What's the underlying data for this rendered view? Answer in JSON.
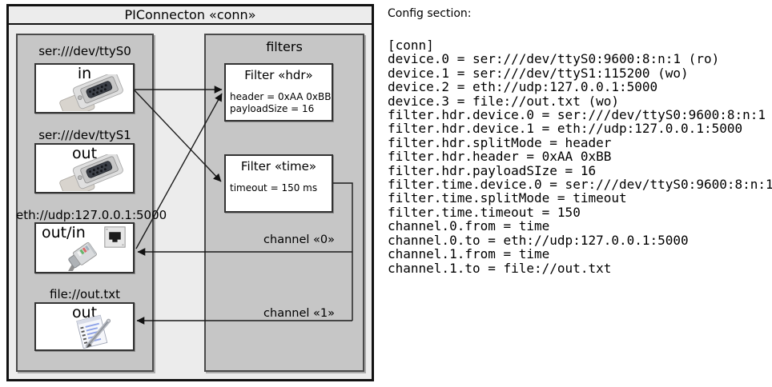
{
  "diagram": {
    "title": "PIConnecton «conn»",
    "filters_panel_title": "filters",
    "devices": [
      {
        "label": "ser:///dev/ttyS0",
        "direction": "in",
        "icon": "serial-connector-icon"
      },
      {
        "label": "ser:///dev/ttyS1",
        "direction": "out",
        "icon": "serial-connector-icon"
      },
      {
        "label": "eth://udp:127.0.0.1:5000",
        "direction": "out/in",
        "icon": "ethernet-connector-icon"
      },
      {
        "label": "file://out.txt",
        "direction": "out",
        "icon": "notepad-pen-icon"
      }
    ],
    "filters": [
      {
        "title": "Filter «hdr»",
        "properties": [
          "header = 0xAA 0xBB",
          "payloadSize = 16"
        ]
      },
      {
        "title": "Filter «time»",
        "properties": [
          "timeout = 150 ms"
        ]
      }
    ],
    "channels": [
      {
        "label": "channel «0»"
      },
      {
        "label": "channel «1»"
      }
    ]
  },
  "config": {
    "heading": "Config section:",
    "lines": [
      "[conn]",
      "device.0 = ser:///dev/ttyS0:9600:8:n:1 (ro)",
      "device.1 = ser:///dev/ttyS1:115200 (wo)",
      "device.2 = eth://udp:127.0.0.1:5000",
      "device.3 = file://out.txt (wo)",
      "filter.hdr.device.0 = ser:///dev/ttyS0:9600:8:n:1",
      "filter.hdr.device.1 = eth://udp:127.0.0.1:5000",
      "filter.hdr.splitMode = header",
      "filter.hdr.header = 0xAA 0xBB",
      "filter.hdr.payloadSIze = 16",
      "filter.time.device.0 = ser:///dev/ttyS0:9600:8:n:1",
      "filter.time.splitMode = timeout",
      "filter.time.timeout = 150",
      "channel.0.from = time",
      "channel.0.to = eth://udp:127.0.0.1:5000",
      "channel.1.from = time",
      "channel.1.to = file://out.txt"
    ]
  },
  "colors": {
    "outer_background": "#ececec",
    "panel_gray": "#c6c6c6",
    "box_white": "#ffffff",
    "border_dark": "#1a1a1a"
  }
}
